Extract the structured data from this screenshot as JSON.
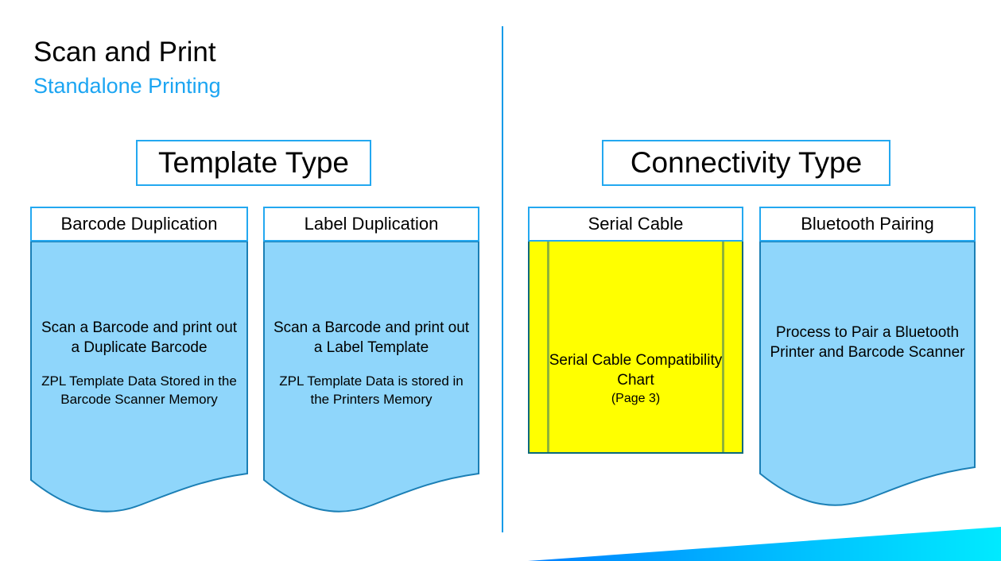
{
  "slide": {
    "title": "Scan and Print",
    "subtitle": "Standalone Printing",
    "subtitle_color": "#1CA5F2",
    "background_color": "#FFFFFF"
  },
  "colors": {
    "accent_blue": "#23A8F0",
    "card_body_blue": "#8FD6FB",
    "card_border_blue": "#1B7FB5",
    "yellow_fill": "#FFFF00",
    "yellow_border": "#0C6A7A",
    "yellow_line": "#8FB339",
    "divider": "#119BE8",
    "accent_gradient_start": "#0099FF",
    "accent_gradient_end": "#00E5FF"
  },
  "sections": [
    {
      "id": "template-type",
      "header": "Template Type",
      "cards": [
        {
          "id": "barcode-duplication",
          "header": "Barcode Duplication",
          "style": "blue-wave",
          "main": "Scan a Barcode and print out a Duplicate Barcode",
          "sub": "ZPL Template Data Stored in the Barcode Scanner Memory"
        },
        {
          "id": "label-duplication",
          "header": "Label Duplication",
          "style": "blue-wave",
          "main": "Scan a Barcode and print out a Label Template",
          "sub": "ZPL Template Data is stored in the Printers Memory"
        }
      ]
    },
    {
      "id": "connectivity-type",
      "header": "Connectivity Type",
      "cards": [
        {
          "id": "serial-cable",
          "header": "Serial Cable",
          "style": "yellow-chart",
          "main": "Serial Cable Compatibility Chart",
          "sub": "(Page 3)"
        },
        {
          "id": "bluetooth-pairing",
          "header": "Bluetooth Pairing",
          "style": "blue-wave",
          "main": "Process to Pair a Bluetooth Printer and Barcode Scanner",
          "sub": ""
        }
      ]
    }
  ]
}
